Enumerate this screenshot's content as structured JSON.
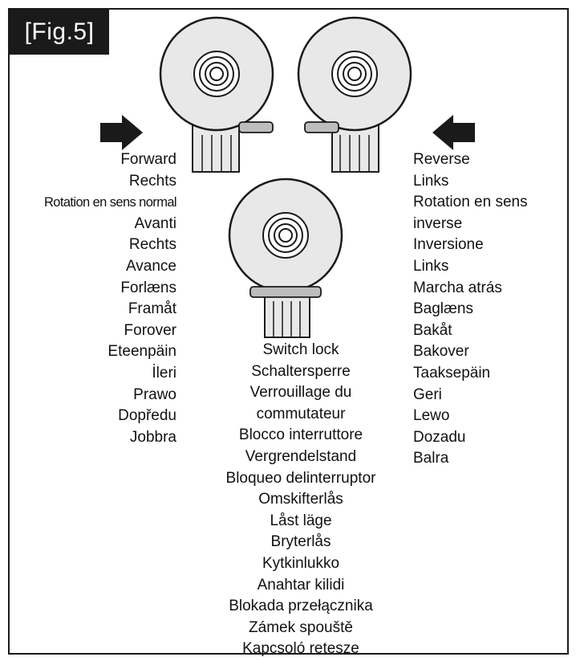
{
  "figure": {
    "label": "[Fig.5]"
  },
  "colors": {
    "ink": "#1a1a1a",
    "tool_fill": "#e8e8e8",
    "button_fill": "#bdbdbd"
  },
  "labels": {
    "forward": [
      "Forward",
      "Rechts",
      "Rotation en sens normal",
      "Avanti",
      "Rechts",
      "Avance",
      "Forlæns",
      "Framåt",
      "Forover",
      "Eteenpäin",
      "İleri",
      "Prawo",
      "Dopředu",
      "Jobbra"
    ],
    "reverse": [
      "Reverse",
      "Links",
      "Rotation en sens",
      "inverse",
      "Inversione",
      "Links",
      "Marcha atrás",
      "Baglæns",
      "Bakåt",
      "Bakover",
      "Taaksepäin",
      "Geri",
      "Lewo",
      "Dozadu",
      "Balra"
    ],
    "switch_lock": [
      "Switch lock",
      "Schaltersperre",
      "Verrouillage du",
      "commutateur",
      "Blocco interruttore",
      "Vergrendelstand",
      "Bloqueo delinterruptor",
      "Omskifterlås",
      "Låst läge",
      "Bryterlås",
      "Kytkinlukko",
      "Anahtar kilidi",
      "Blokada przełącznika",
      "Zámek spouště",
      "Kapcsoló retesze"
    ]
  }
}
